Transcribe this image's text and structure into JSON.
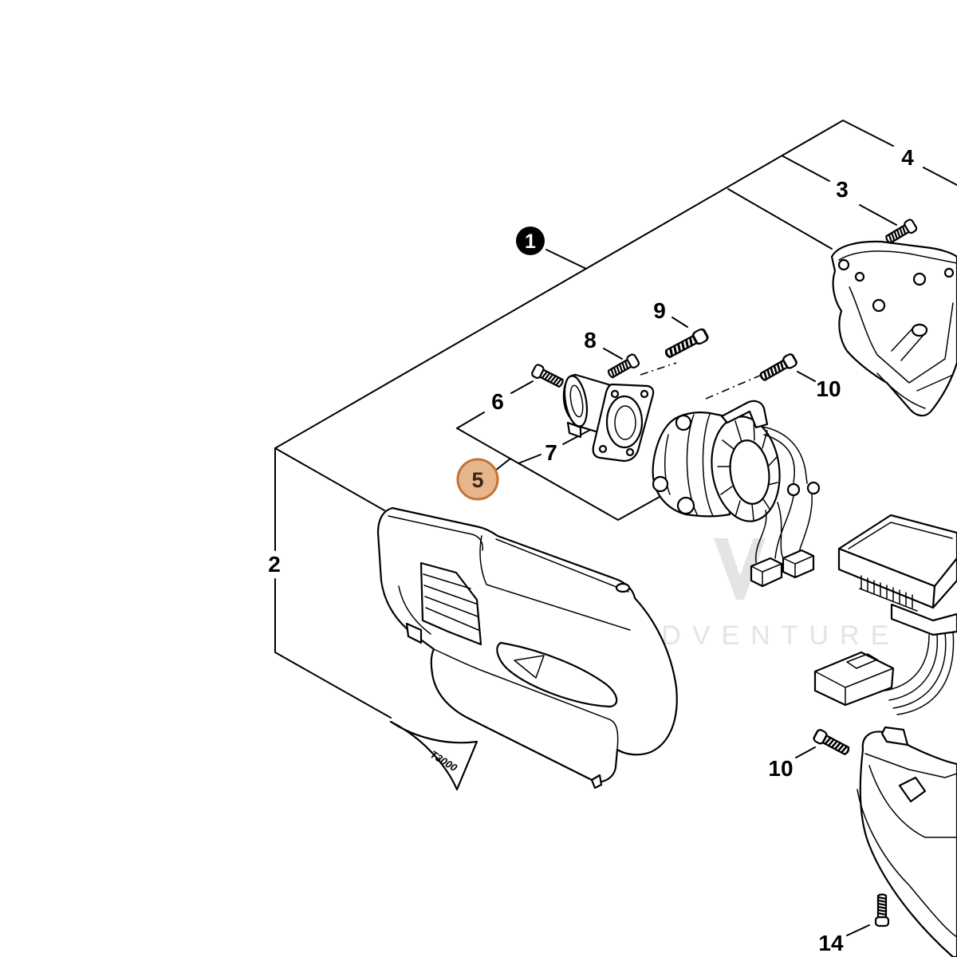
{
  "callouts": {
    "part_1": "1",
    "part_2": "2",
    "part_3": "3",
    "part_4": "4",
    "part_5": "5",
    "part_6": "6",
    "part_7": "7",
    "part_8": "8",
    "part_9": "9",
    "part_10_upper": "10",
    "part_10_lower": "10",
    "part_14": "14"
  },
  "highlighted_callout": "5",
  "tag": {
    "label": "T3000"
  },
  "watermark": {
    "text": "LEADVENTURE"
  },
  "colors": {
    "background": "#ffffff",
    "line": "#000000",
    "assembly_badge": "#000000",
    "highlight_fill": "#E8B68C",
    "highlight_stroke": "#C27436",
    "watermark": "#E4E4E4"
  }
}
